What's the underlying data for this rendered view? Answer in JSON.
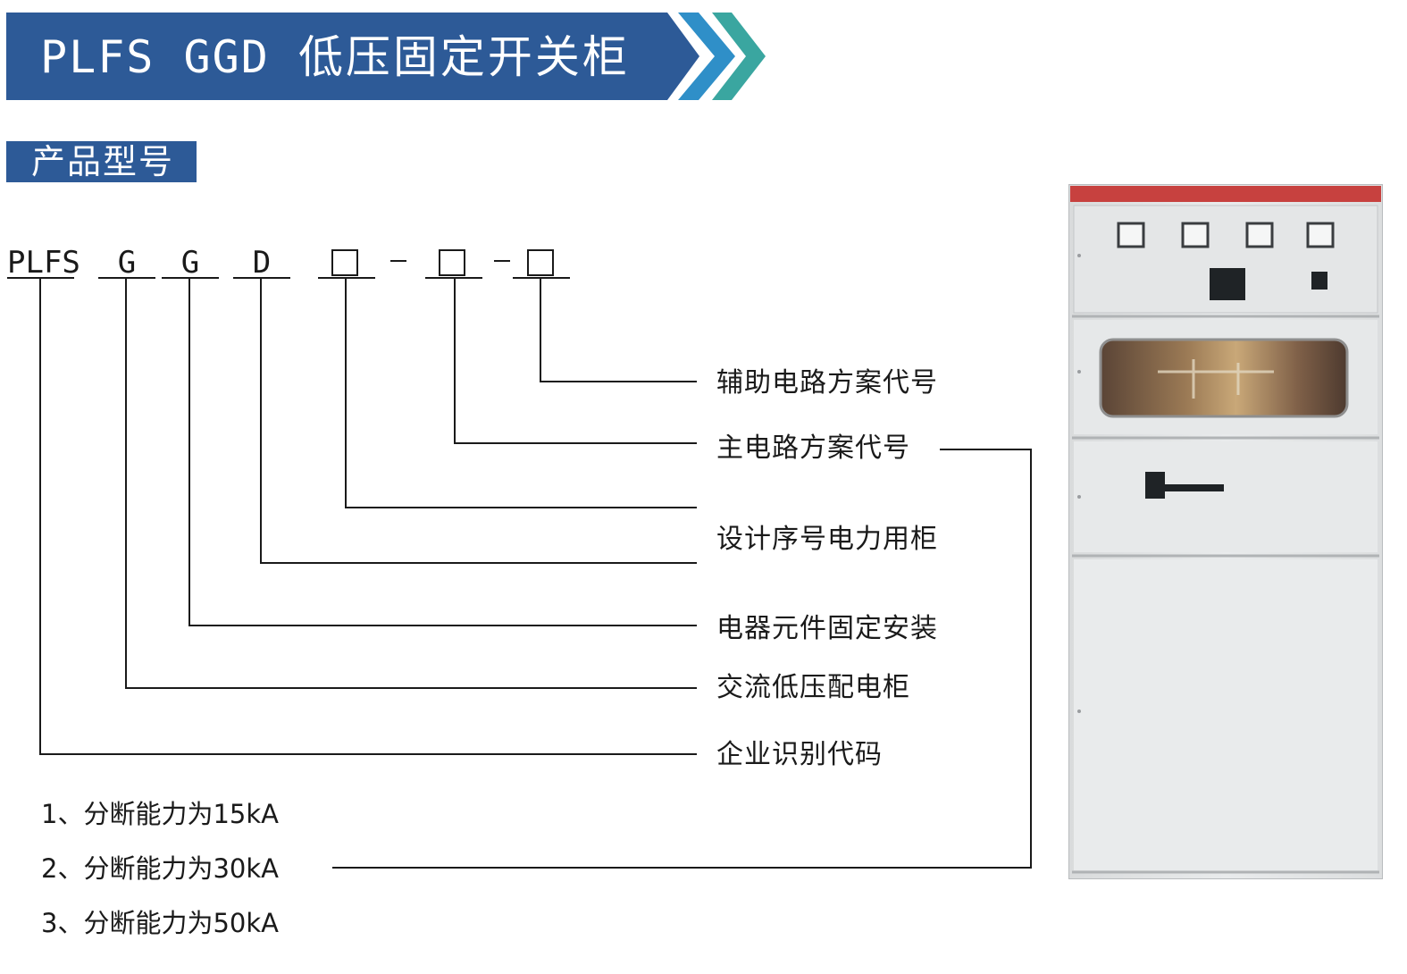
{
  "header": {
    "title_code": "PLFS GGD",
    "title_cn": "低压固定开关柜",
    "colors": {
      "bar": "#2d5a97",
      "chevron_teal": "#3aa6a0",
      "chevron_blue": "#2f8fc8"
    }
  },
  "section": {
    "title": "产品型号"
  },
  "model_code": {
    "segments": [
      "PLFS",
      "G",
      "G",
      "D"
    ],
    "separator": "-"
  },
  "meanings": [
    "辅助电路方案代号",
    "主电路方案代号",
    "设计序号电力用柜",
    "电器元件固定安装",
    "交流低压配电柜",
    "企业识别代码"
  ],
  "breaking_capacity_notes": [
    "1、分断能力为15kA",
    "2、分断能力为30kA",
    "3、分断能力为50kA"
  ],
  "product_image": {
    "subject": "GGD switchgear cabinet",
    "icon": "cabinet-illustration"
  }
}
